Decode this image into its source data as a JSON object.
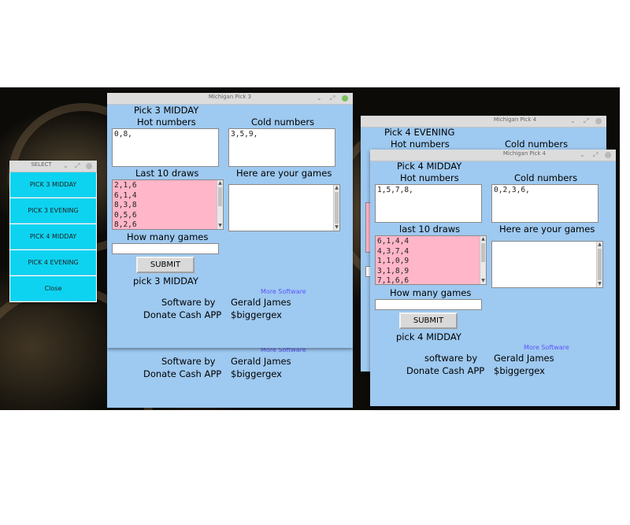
{
  "select_window": {
    "title": "SELECT",
    "buttons": [
      "PICK 3 MIDDAY",
      "PICK 3 EVENING",
      "PICK 4 MIDDAY",
      "PICK 4 EVENING",
      "Close"
    ]
  },
  "pick3": {
    "title": "Michigan Pick 3",
    "heading": "Pick 3 MIDDAY",
    "hot_label": "Hot numbers",
    "cold_label": "Cold numbers",
    "hot_value": "0,8,",
    "cold_value": "3,5,9,",
    "last_draws_label": "Last 10 draws",
    "games_label": "Here are your games",
    "draws": "2,1,6\n6,1,4\n8,3,8\n0,5,6\n8,2,6",
    "how_many_label": "How many games",
    "submit_label": "SUBMIT",
    "status": "pick 3 MIDDAY",
    "more_software": "More Software",
    "software_by": "Software by",
    "author": "Gerald James",
    "donate": "Donate Cash APP",
    "cashtag": "$biggergex"
  },
  "pick3_under": {
    "more_software": "More Software",
    "software_by": "Software by",
    "author": "Gerald James",
    "donate": "Donate Cash APP",
    "cashtag": "$biggergex"
  },
  "pick4_evening": {
    "title": "Michigan Pick 4",
    "heading": "Pick 4 EVENING",
    "hot_label": "Hot numbers",
    "cold_label": "Cold numbers"
  },
  "pick4_midday": {
    "title": "Michigan Pick 4",
    "heading": "Pick 4 MIDDAY",
    "hot_label": "Hot numbers",
    "cold_label": "Cold numbers",
    "hot_value": "1,5,7,8,",
    "cold_value": "0,2,3,6,",
    "last_draws_label": "last 10 draws",
    "games_label": "Here are your games",
    "draws": "6,1,4,4\n4,3,7,4\n1,1,0,9\n3,1,8,9\n7,1,6,6",
    "how_many_label": "How many games",
    "submit_label": "SUBMIT",
    "status": "pick 4 MIDDAY",
    "more_software": "More Software",
    "software_by": "software by",
    "author": "Gerald James",
    "donate": "Donate Cash APP",
    "cashtag": "$biggergex"
  },
  "colors": {
    "window_bg": "#9ec9f0",
    "select_button": "#0dd3f0",
    "draws_bg": "#ffb6c8",
    "link": "#5b55ff"
  }
}
